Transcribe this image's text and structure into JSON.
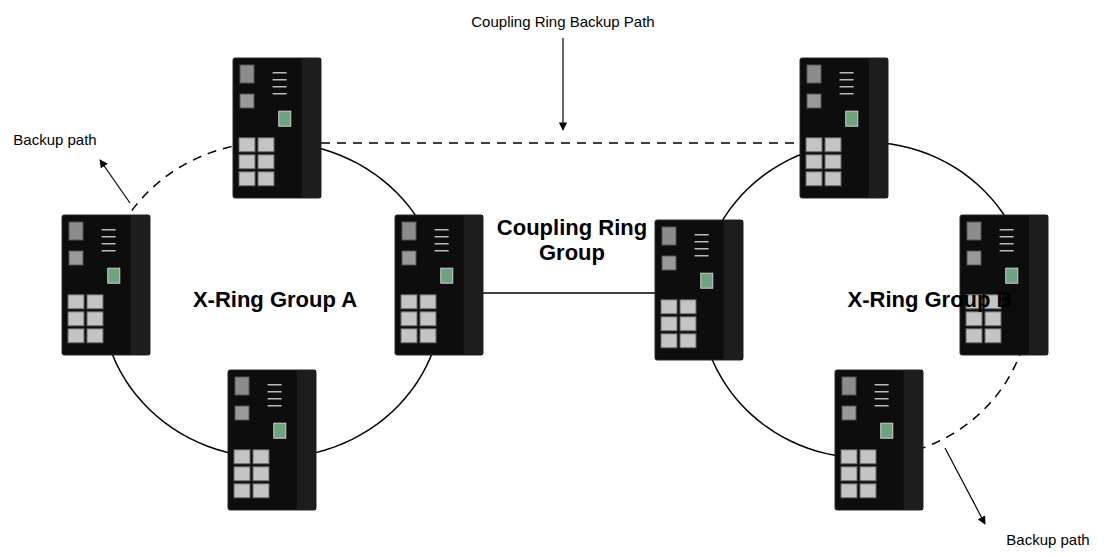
{
  "diagram": {
    "labels": [
      "Coupling Ring Backup Path",
      "Backup path",
      "X-Ring Group A",
      "Coupling Ring Group",
      "X-Ring Group B",
      "Backup path"
    ]
  }
}
